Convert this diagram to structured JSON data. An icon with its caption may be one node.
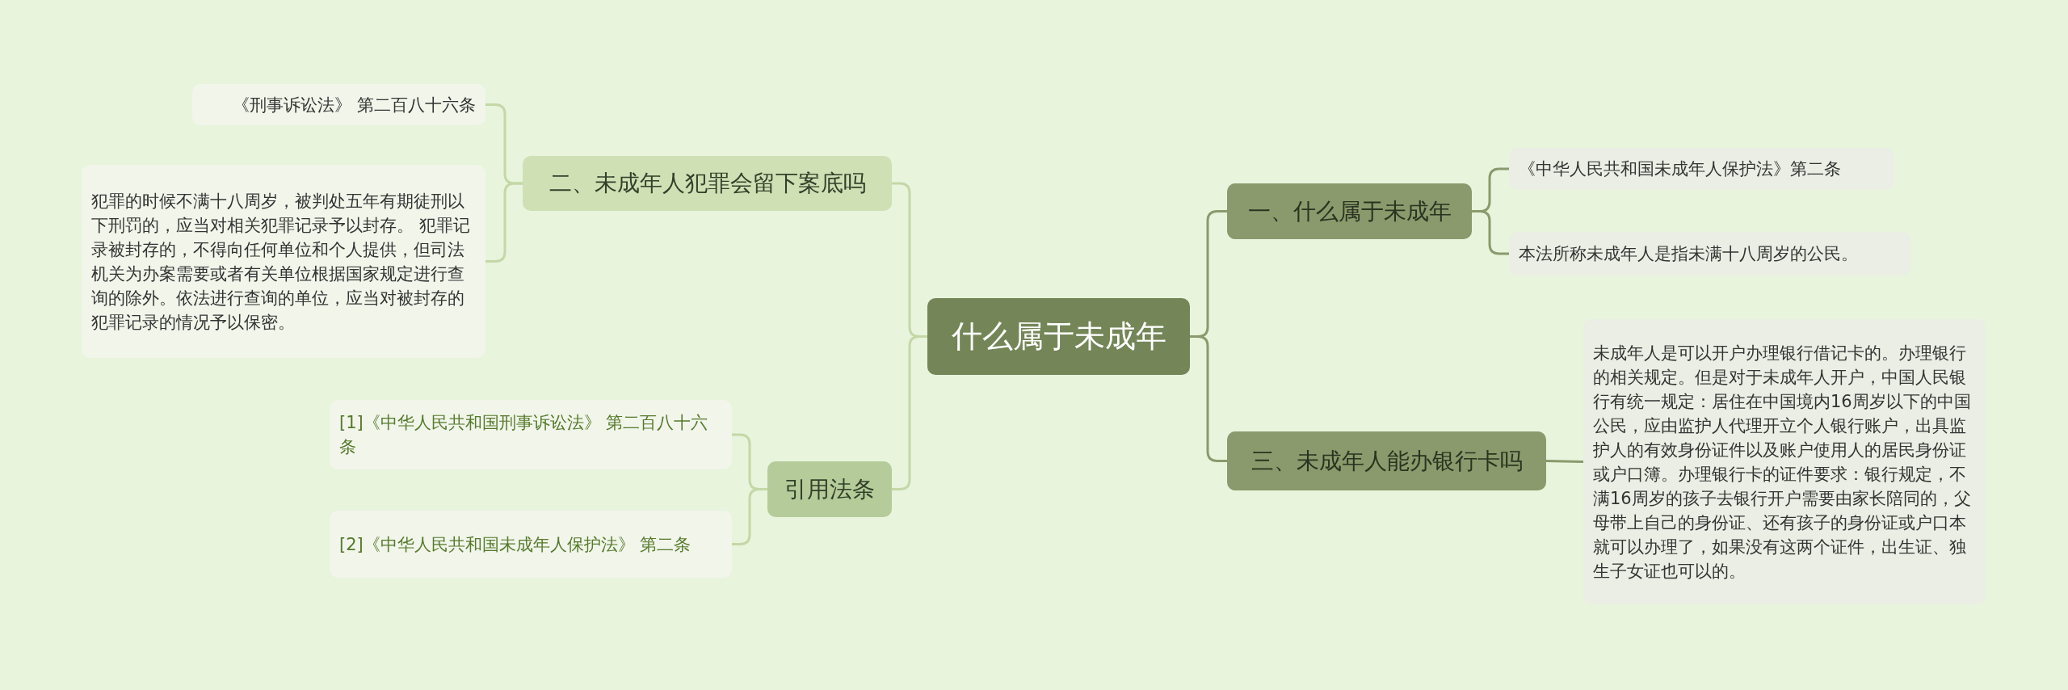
{
  "diagram": {
    "nodes": [
      {
        "text": [
          "什么属于未成年"
        ]
      },
      {
        "text": [
          "一、什么属于未成年"
        ]
      },
      {
        "text": [
          "《中华人民共和国未成年人保护法》第二条"
        ]
      },
      {
        "text": [
          "本法所称未成年人是指未满十八周岁的公民。"
        ]
      },
      {
        "text": [
          "三、未成年人能办银行卡吗"
        ]
      },
      {
        "text": [
          "未成年人是可以开户办理银行借记卡的。办理银行的相关规定。但是对于未成年人开户，中国人民银行有统一规定：居住在中国境内16周岁以下的中国公民，应由监护人代理开立个人银行账户，出具监护人的有效身份证件以及账户使用人的居民身份证或户口簿。办理银行卡的证件要求：银行规定，不满16周岁的孩子去银行开户需要由家长陪同的，父母带上自己的身份证、还有孩子的身份证或户口本就可以办理了，如果没有这两个证件，出生证、独生子女证也可以的。"
        ]
      },
      {
        "text": [
          "二、未成年人犯罪会留下案底吗"
        ]
      },
      {
        "text": [
          "《刑事诉讼法》 第二百八十六条"
        ]
      },
      {
        "text": [
          "犯罪的时候不满十八周岁，被判处五年有期徒刑以下刑罚的，应当对相关犯罪记录予以封存。 犯罪记录被封存的，不得向任何单位和个人提供，但司法机关为办案需要或者有关单位根据国家规定进行查询的除外。依法进行查询的单位，应当对被封存的犯罪记录的情况予以保密。"
        ]
      },
      {
        "text": [
          "引用法条"
        ]
      },
      {
        "text": [
          "[1]《中华人民共和国刑事诉讼法》 第二百八十六条"
        ]
      },
      {
        "text": [
          "[2]《中华人民共和国未成年人保护法》 第二条"
        ]
      }
    ],
    "edges": [
      {
        "from": 0,
        "to": 1,
        "arrow": "none",
        "color": "#8a9a6c"
      },
      {
        "from": 1,
        "to": 2,
        "arrow": "none",
        "color": "#8a9a6c"
      },
      {
        "from": 1,
        "to": 3,
        "arrow": "none",
        "color": "#8a9a6c"
      },
      {
        "from": 0,
        "to": 4,
        "arrow": "none",
        "color": "#8a9a6c"
      },
      {
        "from": 4,
        "to": 5,
        "arrow": "none",
        "color": "#8a9a6c"
      },
      {
        "from": 0,
        "to": 6,
        "arrow": "none"
      },
      {
        "from": 6,
        "to": 7,
        "arrow": "none"
      },
      {
        "from": 6,
        "to": 8,
        "arrow": "none"
      },
      {
        "from": 0,
        "to": 9,
        "arrow": "none"
      },
      {
        "from": 9,
        "to": 10,
        "arrow": "none"
      },
      {
        "from": 9,
        "to": 11,
        "arrow": "none"
      }
    ]
  }
}
